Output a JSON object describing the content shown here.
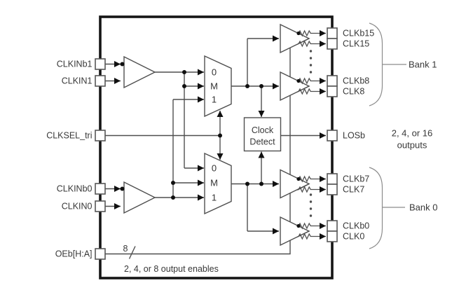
{
  "title": "clock-buffer-block-diagram",
  "colors": {
    "wire": "#4f4f4f",
    "ink": "#101010",
    "text": "#383838",
    "background": "#ffffff"
  },
  "pins": {
    "left": [
      "CLKINb1",
      "CLKIN1",
      "CLKSEL_tri",
      "CLKINb0",
      "CLKIN0",
      "OEb[H:A]"
    ],
    "right": [
      "CLKb15",
      "CLK15",
      "CLKb8",
      "CLK8",
      "LOSb",
      "CLKb7",
      "CLK7",
      "CLKb0",
      "CLK0"
    ]
  },
  "mux_top": {
    "in0": "0",
    "mid": "M",
    "in1": "1"
  },
  "mux_bottom": {
    "in0": "0",
    "mid": "M",
    "in1": "1"
  },
  "clock_detect": {
    "line1": "Clock",
    "line2": "Detect"
  },
  "annotations": {
    "bank1": "Bank 1",
    "bank0": "Bank 0",
    "outputs_line1": "2, 4, or 16",
    "outputs_line2": "outputs",
    "enables": "2, 4, or 8 output enables",
    "oe_bus_width": "8"
  }
}
